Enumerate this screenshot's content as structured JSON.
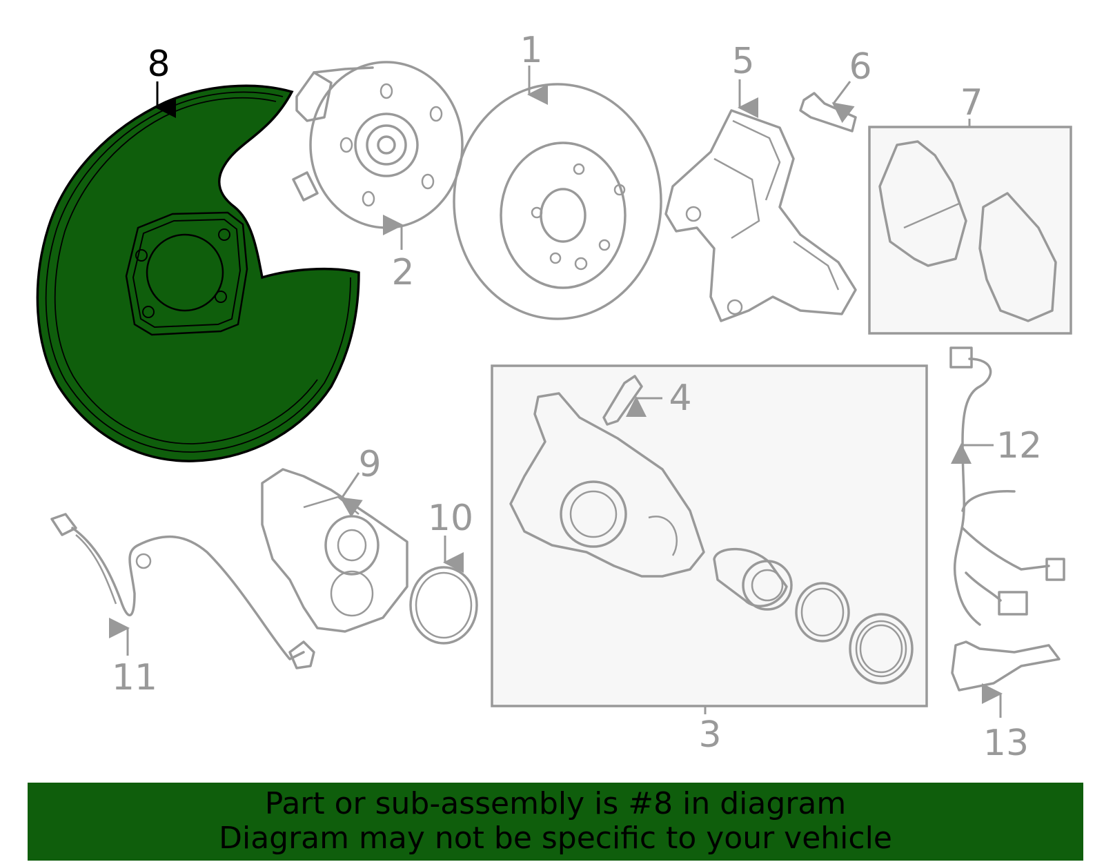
{
  "diagram": {
    "highlight_color": "#0f5e0c",
    "callouts": [
      "1",
      "2",
      "3",
      "4",
      "5",
      "6",
      "7",
      "8",
      "9",
      "10",
      "11",
      "12",
      "13"
    ],
    "highlighted_callout": "8"
  },
  "banner": {
    "line1": "Part or sub-assembly is #8 in diagram",
    "line2": "Diagram may not be specific to your vehicle"
  }
}
